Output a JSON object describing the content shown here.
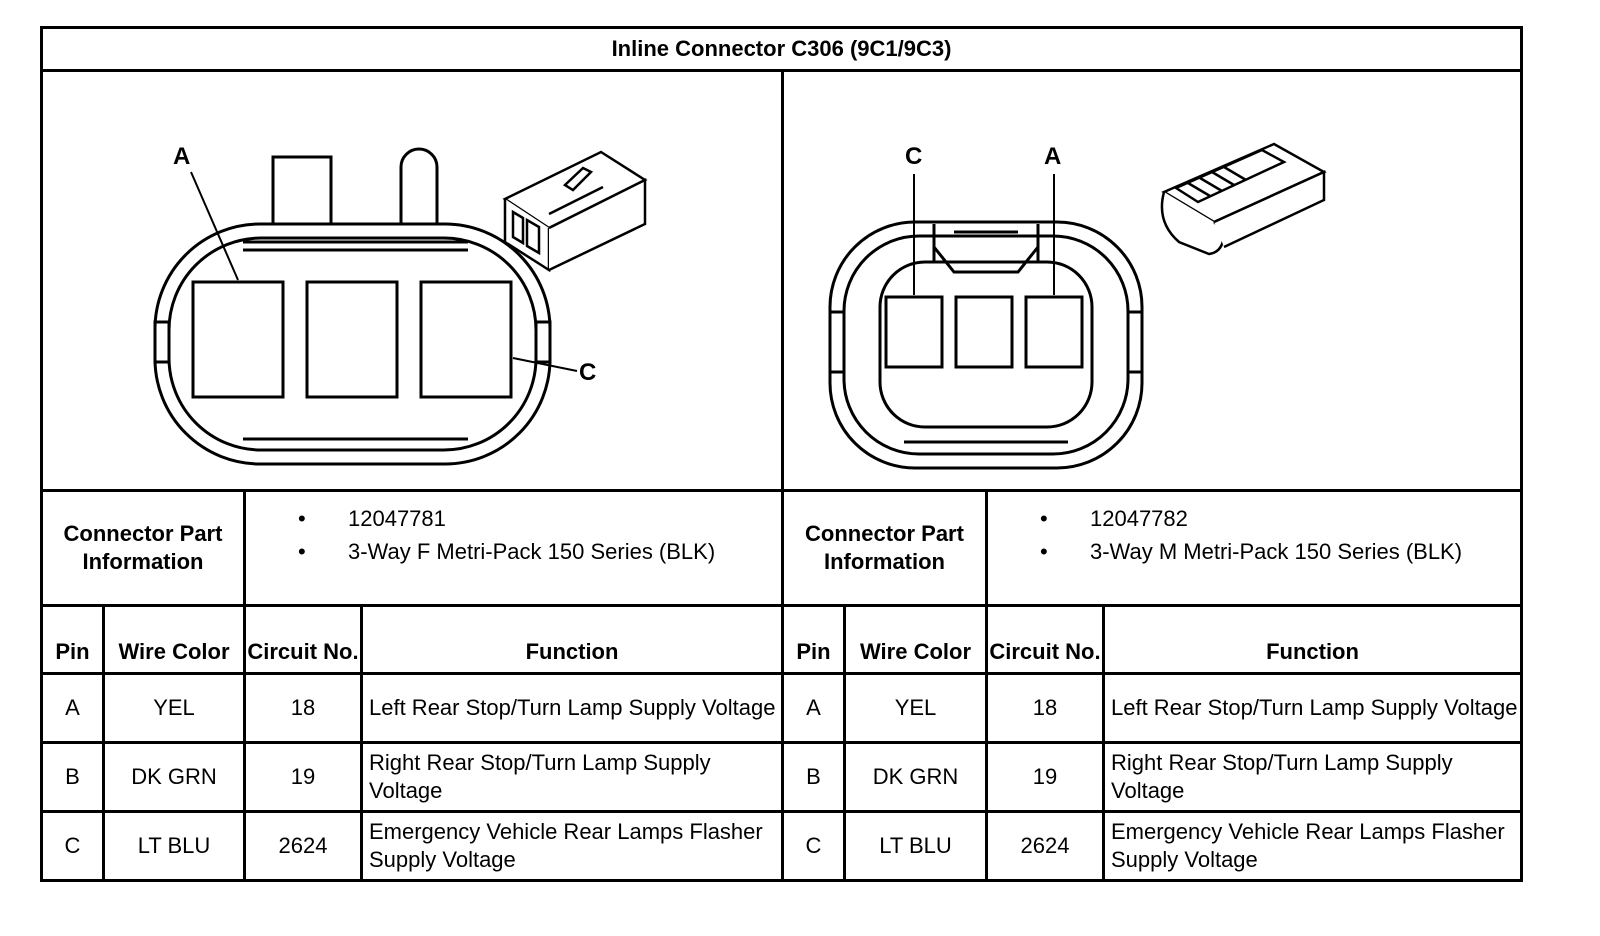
{
  "title": "Inline Connector C306 (9C1/9C3)",
  "left": {
    "callouts": {
      "a": "A",
      "c": "C"
    },
    "part_label": "Connector Part Information",
    "part_items": [
      "12047781",
      "3-Way F Metri-Pack 150 Series (BLK)"
    ]
  },
  "right": {
    "callouts": {
      "c": "C",
      "a": "A"
    },
    "part_label": "Connector Part Information",
    "part_items": [
      "12047782",
      "3-Way M Metri-Pack 150 Series (BLK)"
    ]
  },
  "table": {
    "headers": {
      "pin": "Pin",
      "wire_color": "Wire Color",
      "circuit": "Circuit No.",
      "function": "Function"
    },
    "rows": [
      {
        "pin": "A",
        "wire_color": "YEL",
        "circuit": "18",
        "function": "Left Rear Stop/Turn Lamp Supply Voltage"
      },
      {
        "pin": "B",
        "wire_color": "DK GRN",
        "circuit": "19",
        "function": "Right Rear Stop/Turn Lamp Supply Voltage"
      },
      {
        "pin": "C",
        "wire_color": "LT BLU",
        "circuit": "2624",
        "function": "Emergency Vehicle Rear Lamps Flasher Supply Voltage"
      }
    ]
  }
}
